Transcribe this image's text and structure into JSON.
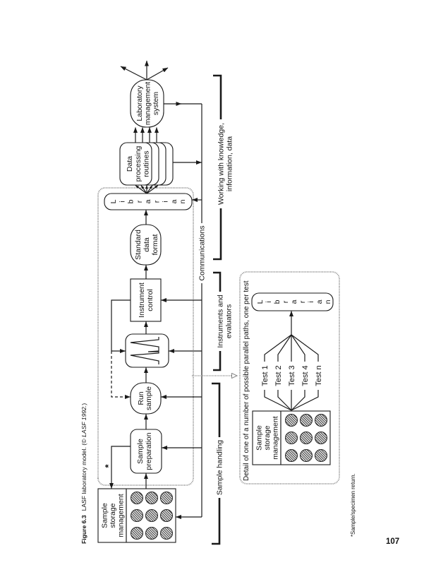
{
  "caption": {
    "figure_label": "Figure 6.3",
    "title": "LASF laboratory model.",
    "copyright_open": "(©",
    "source": "LASF 1992.",
    "copyright_close": ")"
  },
  "main": {
    "sample_storage": {
      "lines": [
        "Sample",
        "storage",
        "management"
      ]
    },
    "return_marker": "*",
    "sample_preparation": {
      "lines": [
        "Sample",
        "preparation"
      ]
    },
    "run_sample": {
      "lines": [
        "Run",
        "sample"
      ]
    },
    "chromatogram_icon": "chromatogram-icon",
    "instrument_control": {
      "lines": [
        "Instrument",
        "control"
      ]
    },
    "standard_data_format": {
      "lines": [
        "Standard",
        "data",
        "format"
      ]
    },
    "librarian": {
      "letters": [
        "L",
        "i",
        "b",
        "r",
        "a",
        "r",
        "i",
        "a",
        "n"
      ]
    },
    "data_processing_routines": {
      "lines": [
        "Data",
        "processing",
        "routines"
      ]
    },
    "laboratory_management_system": {
      "lines": [
        "Laboratory",
        "management",
        "system"
      ]
    },
    "communications_label": "Communications"
  },
  "groups": {
    "sample_handling": {
      "lines": [
        "Sample handling"
      ]
    },
    "instruments": {
      "lines": [
        "Instruments and",
        "evaluators"
      ]
    },
    "knowledge": {
      "lines": [
        "Working with knowledge,",
        "information, data"
      ]
    }
  },
  "detail": {
    "title": "Detail of one of a number of possible parallel paths, one per test",
    "sample_storage": {
      "lines": [
        "Sample",
        "storage",
        "management"
      ]
    },
    "tests": [
      "Test 1",
      "Test 2",
      "Test 3",
      "Test 4",
      "Test n"
    ],
    "librarian": {
      "letters": [
        "L",
        "i",
        "b",
        "r",
        "a",
        "r",
        "i",
        "a",
        "n"
      ]
    }
  },
  "footnote": "*Sample/specimen return.",
  "page_number": "107",
  "colors": {
    "ink": "#1a1a1a",
    "dotted_border": "#8a8a8a",
    "background": "#ffffff"
  }
}
